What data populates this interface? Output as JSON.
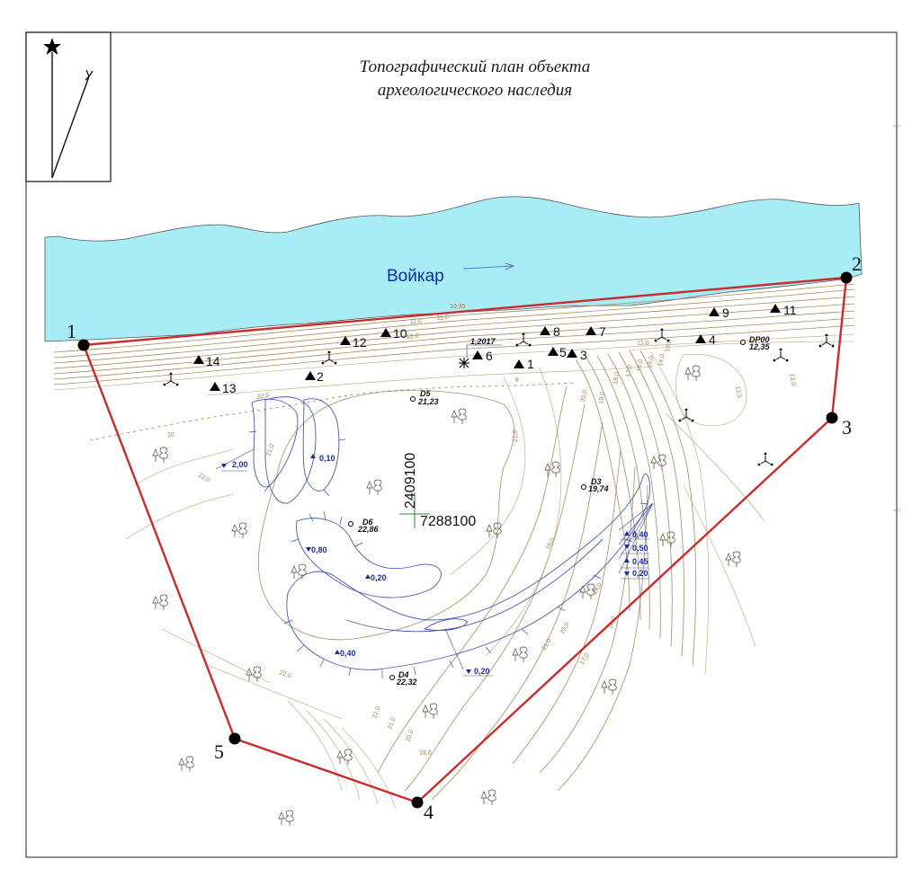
{
  "title": {
    "line1": "Топографический план объекта",
    "line2": "археологического наследия"
  },
  "river": {
    "name": "Войкар",
    "color": "#a8ecf5"
  },
  "boundary": {
    "color": "#cc2b2b",
    "vertices": [
      "1",
      "2",
      "3",
      "4",
      "5"
    ]
  },
  "survey_points": [
    "1",
    "2",
    "3",
    "4",
    "5",
    "6",
    "7",
    "8",
    "9",
    "10",
    "11",
    "12",
    "13",
    "14"
  ],
  "grid_cross": {
    "northing": "2409100",
    "easting": "7288100"
  },
  "benchmarks": [
    {
      "name": "D5",
      "elev": "21,23"
    },
    {
      "name": "D3",
      "elev": "19,74"
    },
    {
      "name": "D6",
      "elev": "22,86"
    },
    {
      "name": "D4",
      "elev": "22,32"
    },
    {
      "name": "DP00",
      "elev": "12,35"
    }
  ],
  "spot_label": "1,2017",
  "pit_depths": [
    "2,00",
    "0,10",
    "0,80",
    "0,20",
    "0,40",
    "0,20",
    "0,40",
    "0,50",
    "0,45",
    "0,20"
  ],
  "contour_labels": [
    "10,35",
    "11,0",
    "12,0",
    "11,0",
    "10",
    "12,0",
    "13,0",
    "12,5",
    "13,0",
    "21,0",
    "20,0",
    "19,0",
    "18,0",
    "17,0",
    "16,0",
    "15,0",
    "14,0",
    "22,0",
    "21,0",
    "22,0",
    "21,0",
    "20,0",
    "19,0",
    "18,0",
    "17,0",
    "22,0",
    "22,0",
    "21,0",
    "20,0",
    "19,0",
    "16,0",
    "8"
  ],
  "legend": {
    "north_arrow": "north-arrow-icon",
    "tree_symbol": "tree-icon",
    "triangulation_symbol": "triangle-point-icon"
  }
}
